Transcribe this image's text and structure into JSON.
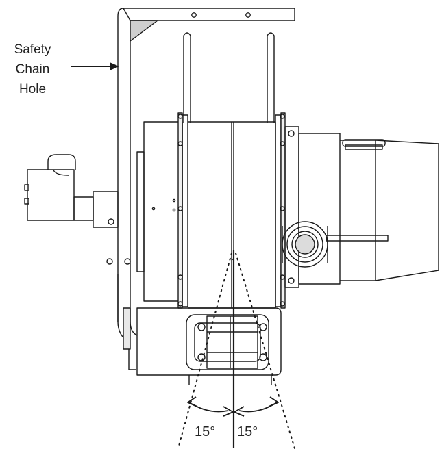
{
  "callout": {
    "lines": [
      "Safety",
      "Chain",
      "Hole"
    ]
  },
  "angles": {
    "left": "15°",
    "right": "15°"
  },
  "colors": {
    "line": "#1a1a1a",
    "background": "#ffffff"
  }
}
